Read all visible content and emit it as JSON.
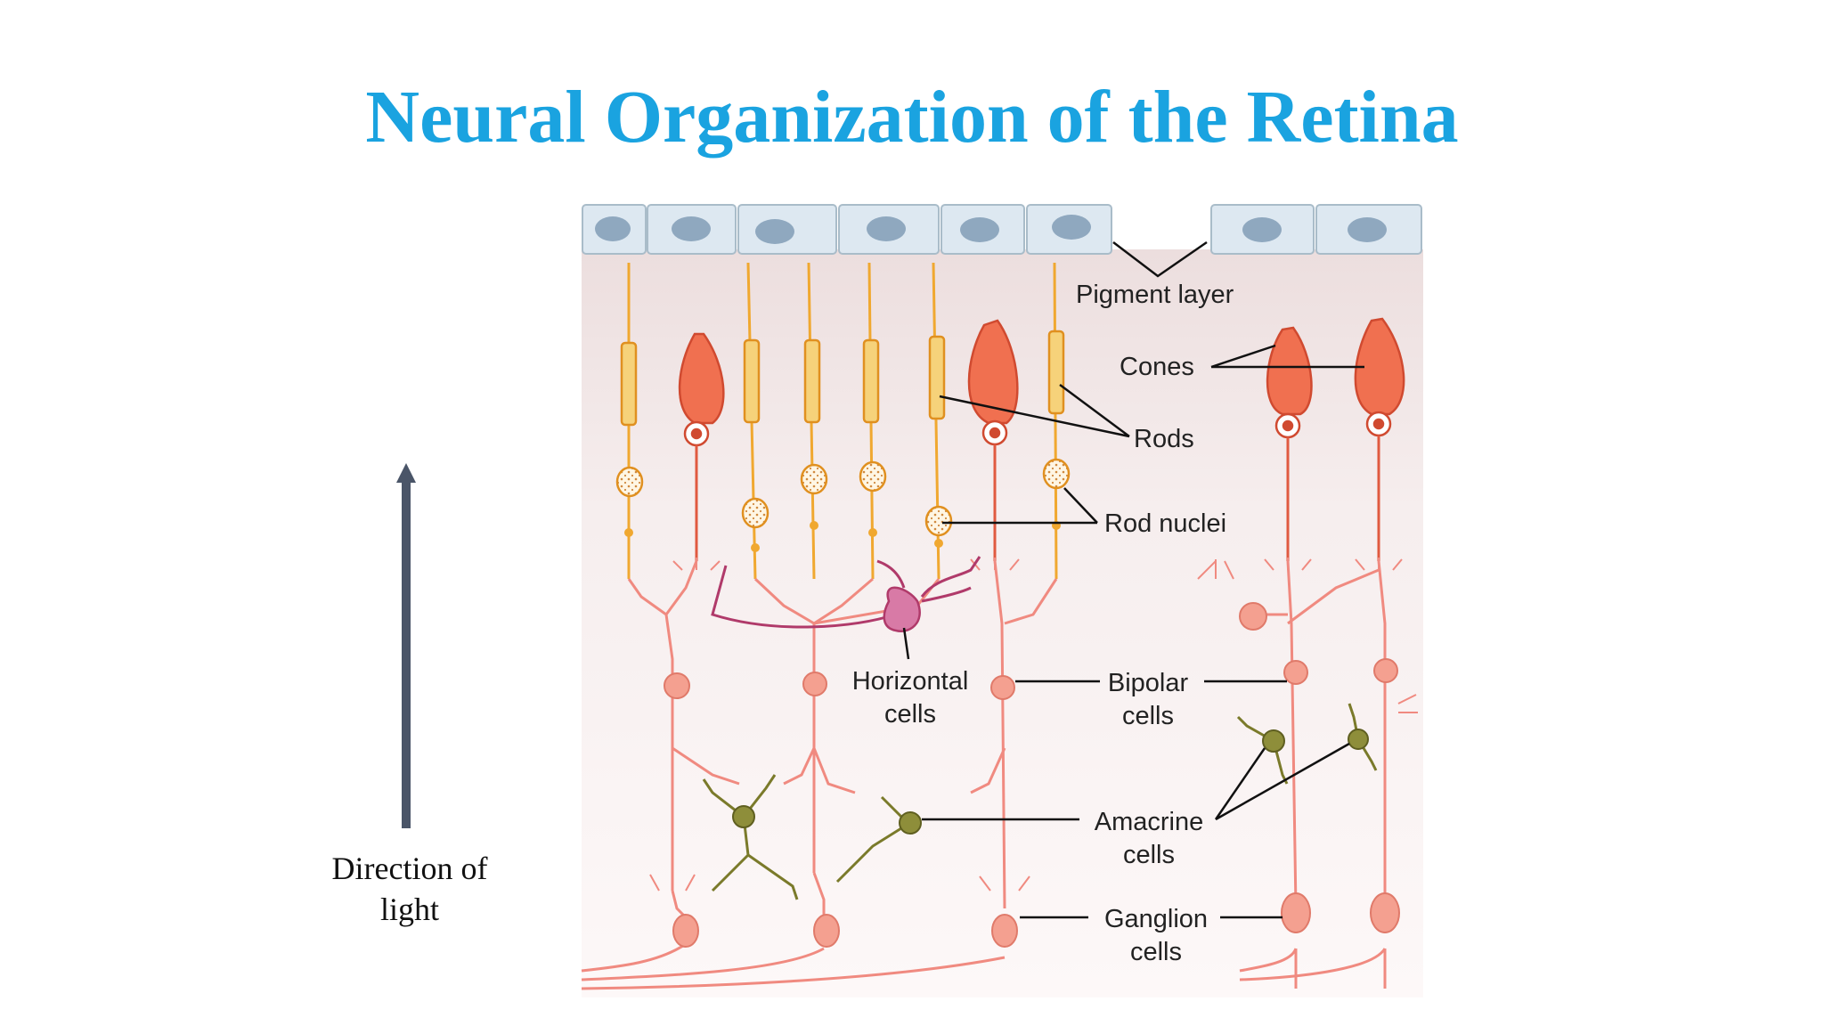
{
  "slide": {
    "title": "Neural Organization of the Retina",
    "title_color": "#1aa3e0"
  },
  "direction": {
    "line1": "Direction of",
    "line2": "light",
    "arrow_color": "#4a5568"
  },
  "labels": {
    "pigment_layer": "Pigment layer",
    "cones": "Cones",
    "rods": "Rods",
    "rod_nuclei": "Rod nuclei",
    "horizontal_line1": "Horizontal",
    "horizontal_line2": "cells",
    "bipolar_line1": "Bipolar",
    "bipolar_line2": "cells",
    "amacrine_line1": "Amacrine",
    "amacrine_line2": "cells",
    "ganglion_line1": "Ganglion",
    "ganglion_line2": "cells"
  },
  "colors": {
    "rod": "#f0a830",
    "cone": "#f07050",
    "neuron": "#f08a80",
    "horizontal": "#b03a6a",
    "amacrine": "#7a7a2a",
    "pigment": "#dbe7f0",
    "background": "#f6eeee"
  }
}
